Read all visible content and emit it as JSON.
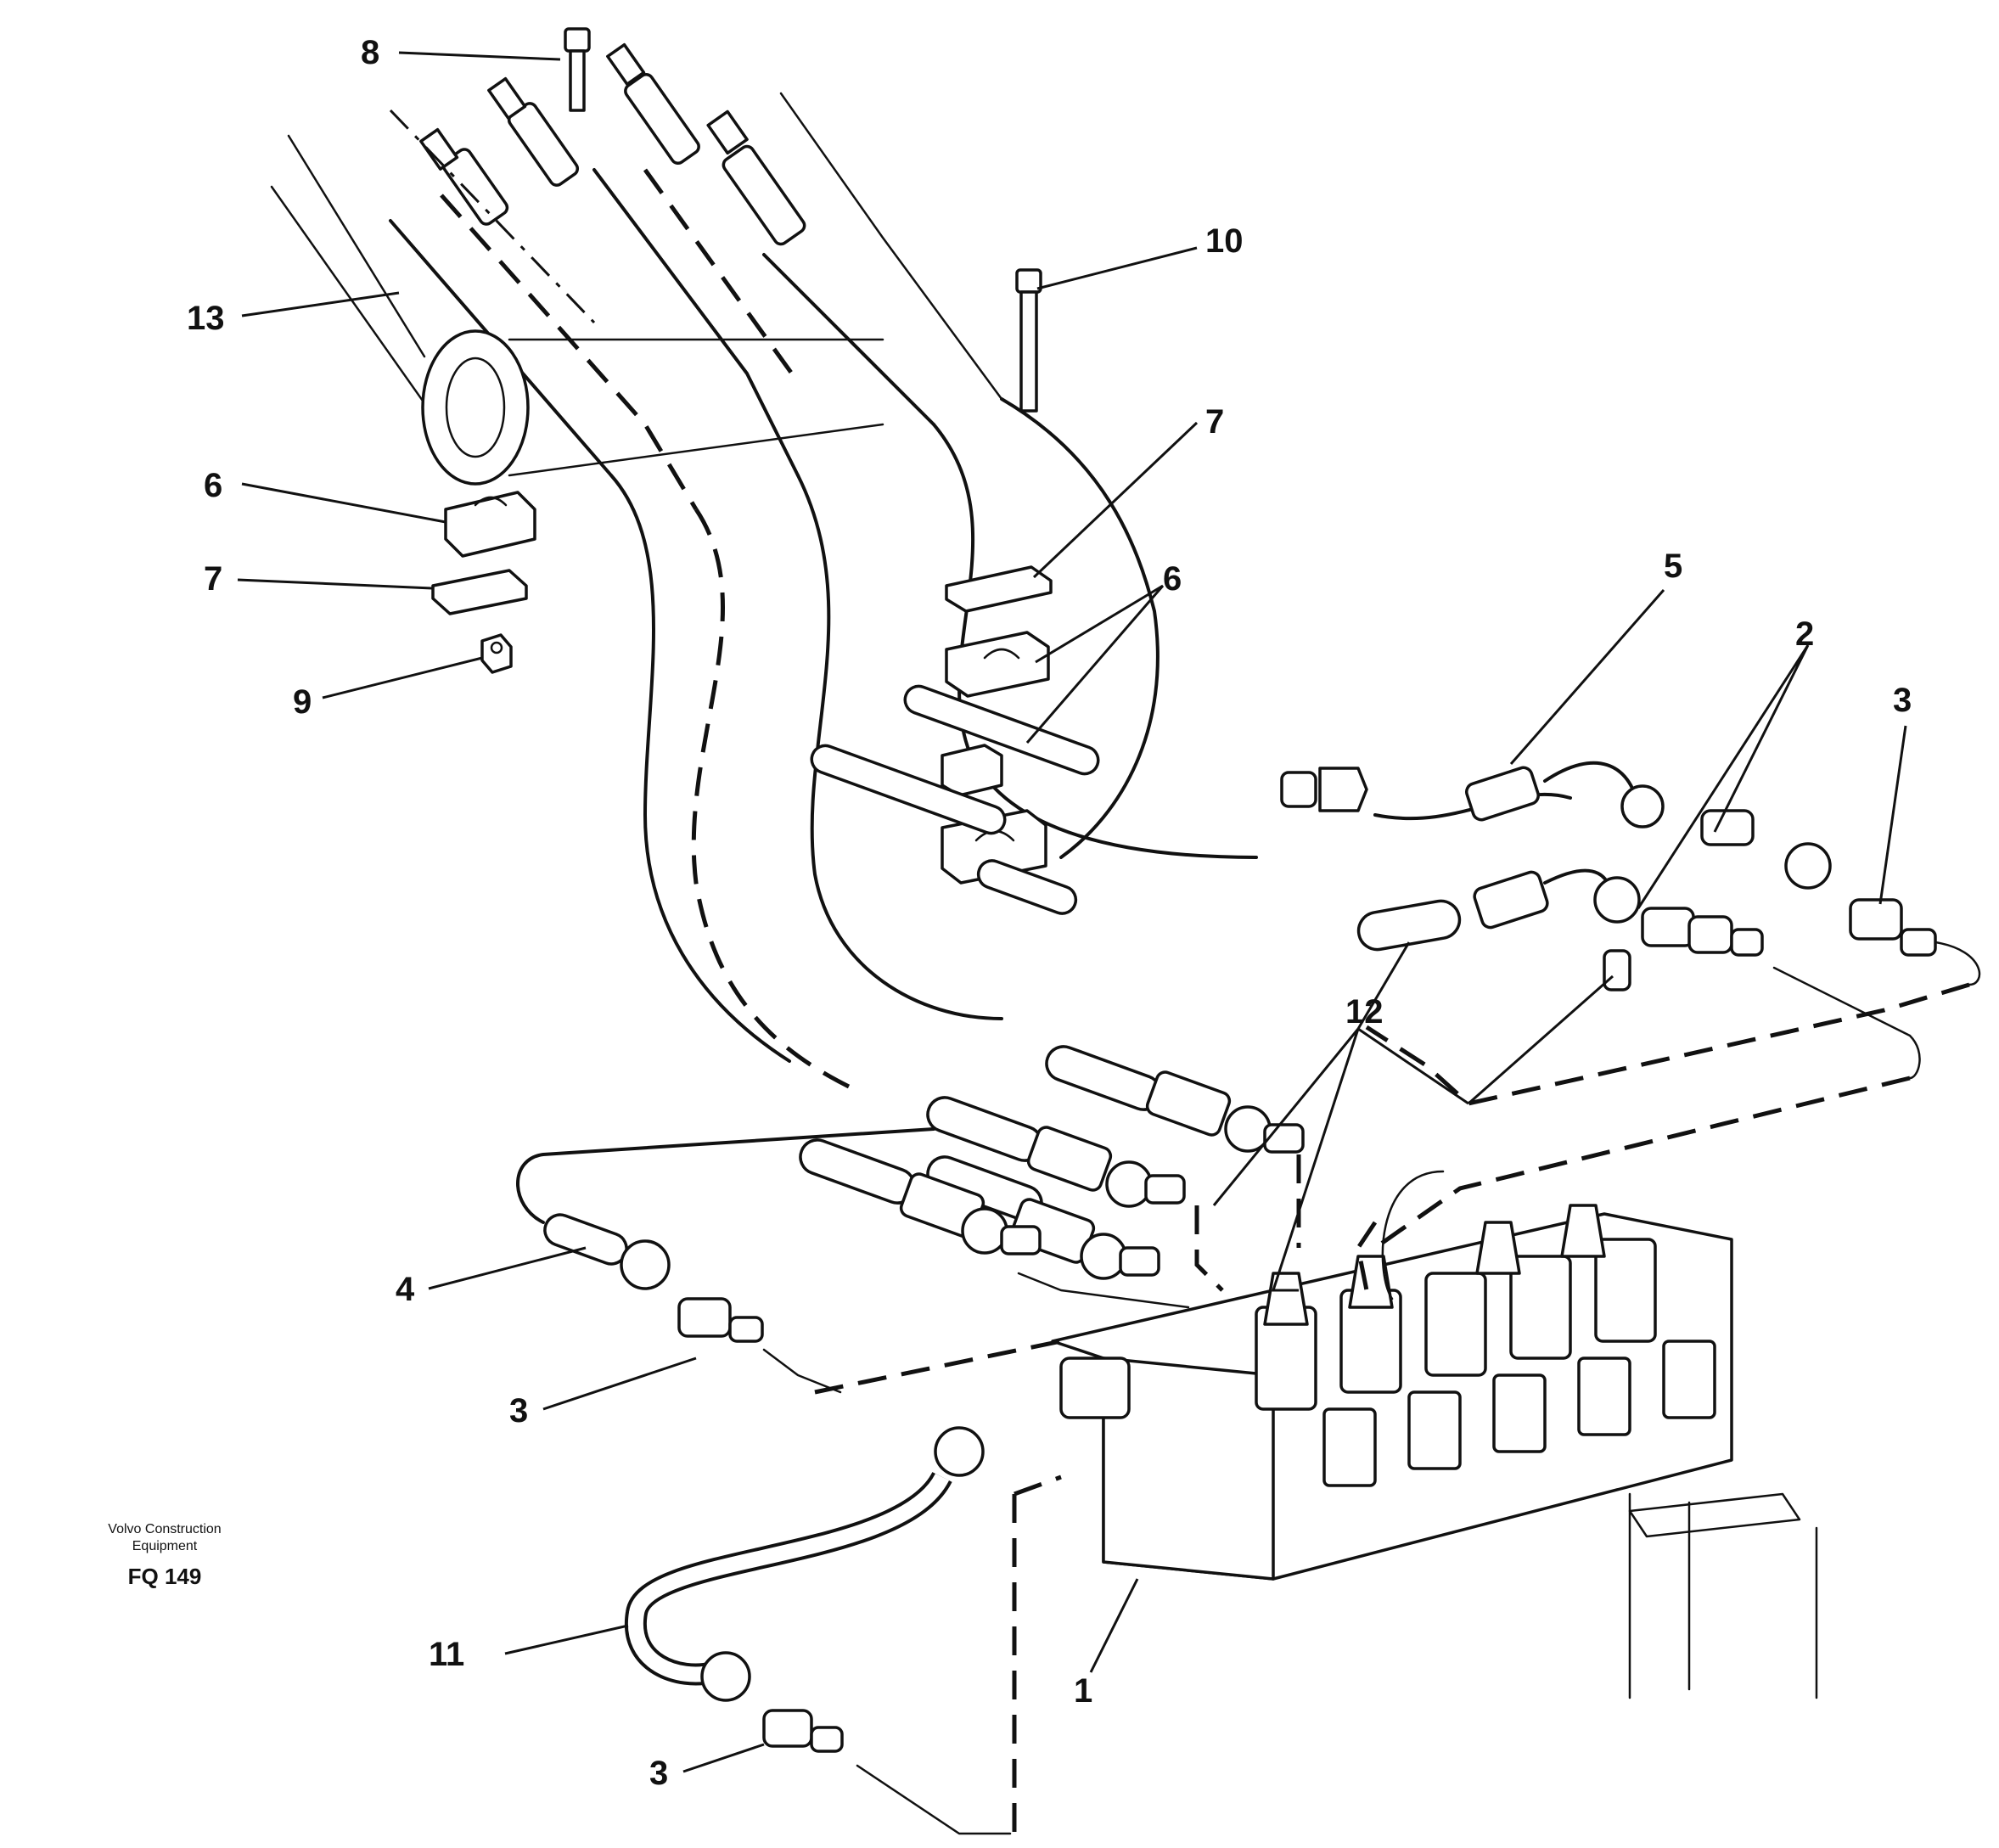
{
  "callouts": {
    "c8": "8",
    "c13": "13",
    "c10": "10",
    "c7a": "7",
    "c6a": "6",
    "c7b": "7",
    "c6b": "6",
    "c9": "9",
    "c5": "5",
    "c2": "2",
    "c3a": "3",
    "c12": "12",
    "c4": "4",
    "c3b": "3",
    "c11": "11",
    "c1": "1",
    "c3c": "3"
  },
  "credit": {
    "line1": "Volvo Construction",
    "line2": "Equipment",
    "figure_code": "FQ 149"
  },
  "colors": {
    "ink": "#111111",
    "paper": "#ffffff"
  }
}
